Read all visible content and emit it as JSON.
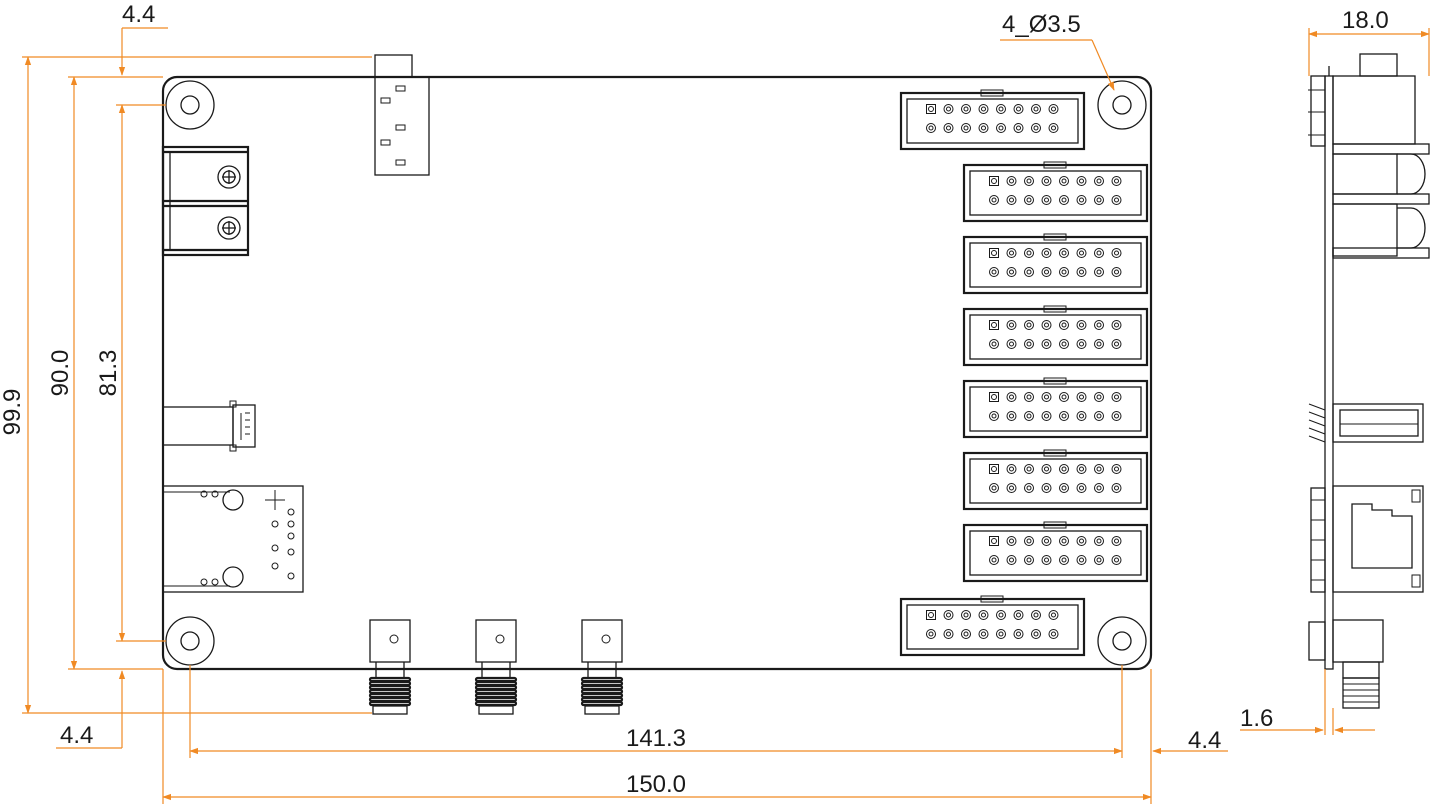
{
  "dimensions": {
    "top_offset": "4.4",
    "hole_spec": "4_Ø3.5",
    "side_width": "18.0",
    "height_total": "99.9",
    "height_board": "90.0",
    "height_holes": "81.3",
    "bottom_offset": "4.4",
    "hole_span": "141.3",
    "right_offset": "4.4",
    "board_thickness": "1.6",
    "board_width": "150.0"
  },
  "colors": {
    "dimension_lines": "#f08a24",
    "outline": "#1a1a1a",
    "background": "#ffffff"
  }
}
